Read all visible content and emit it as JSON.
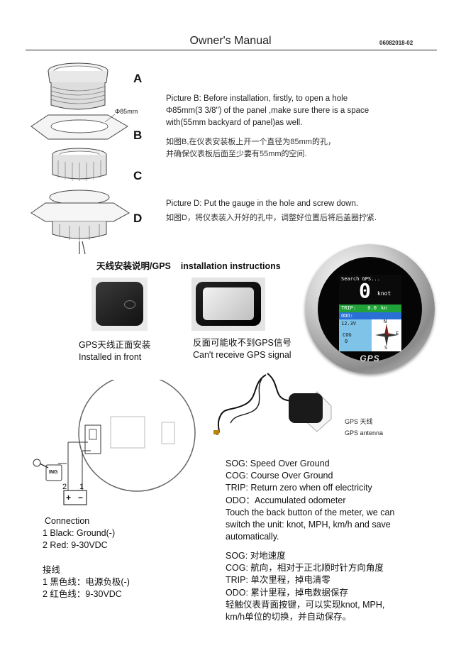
{
  "header": {
    "title": "Owner's Manual",
    "code": "06082018-02"
  },
  "parts": {
    "a": "A",
    "b": "B",
    "c": "C",
    "d": "D",
    "dimension": "Φ85mm"
  },
  "picture_b": {
    "en": [
      "Picture B: Before installation, firstly, to open a hole",
      "Φ85mm(3 3/8\") of the panel ,make sure there is a space",
      "with(55mm backyard of panel)as well."
    ],
    "cn": [
      "如图B,在仪表安装板上开一个直径为85mm的孔，",
      "并确保仪表板后面至少要有55mm的空间."
    ]
  },
  "picture_d": {
    "en": "Picture D: Put the gauge in the hole and screw down.",
    "cn": "如图D，将仪表装入开好的孔中，调整好位置后将后盖圈拧紧."
  },
  "antenna_section": {
    "title": "天线安装说明/GPS    installation instructions",
    "front_caption": [
      "GPS天线正面安装",
      "Installed in front"
    ],
    "back_caption": [
      "反面可能收不到GPS信号",
      "Can't receive GPS signal"
    ],
    "antenna_label": [
      "GPS 天线",
      "GPS antenna"
    ]
  },
  "gauge_screen": {
    "search": "Search GPS...",
    "speed": "0",
    "speed_unit": "knot",
    "trip_label": "TRIP:",
    "trip_value": "0.0",
    "trip_unit": "kn",
    "odo_label": "ODO:",
    "voltage": "12.3V",
    "cog_label": "COG",
    "cog_value": "0",
    "compass_n": "N",
    "compass_e": "E",
    "compass_s": "S",
    "brand": "GPS"
  },
  "wiring": {
    "ing": "ING",
    "pin2": "2",
    "pin1": "1",
    "plus": "+",
    "minus": "−"
  },
  "connection": {
    "title": "Connection",
    "lines": [
      "1 Black: Ground(-)",
      "2 Red: 9-30VDC"
    ],
    "cn_title": "接线",
    "cn_lines": [
      "1  黑色线：电源负极(-)",
      "2  红色线：9-30VDC"
    ]
  },
  "description": {
    "en": [
      "SOG: Speed Over Ground",
      "COG: Course Over Ground",
      "TRIP: Return zero when off electricity",
      "ODO：Accumulated odometer",
      "Touch the back button of the meter, we can",
      "switch the unit: knot, MPH, km/h and save",
      "automatically."
    ],
    "cn": [
      "SOG:  对地速度",
      "COG:  航向，相对于正北顺时针方向角度",
      "TRIP:  单次里程，掉电清零",
      "ODO:  累计里程，掉电数据保存",
      "轻触仪表背面按键，可以实现knot, MPH,",
      "km/h单位的切换，并自动保存。"
    ]
  }
}
